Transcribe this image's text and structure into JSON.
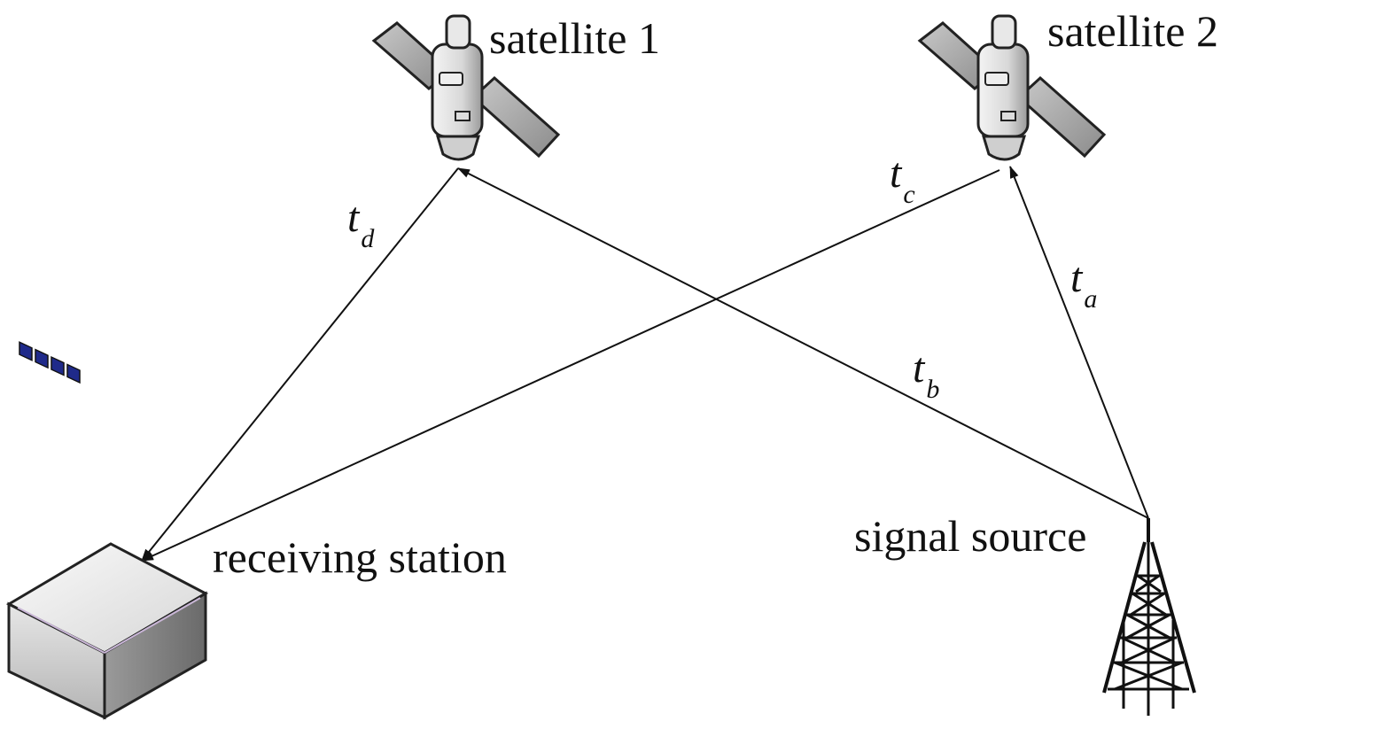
{
  "labels": {
    "satellite1": "satellite 1",
    "satellite2": "satellite 2",
    "receiving_station": "receiving station",
    "signal_source": "signal source"
  },
  "paths": {
    "ta": {
      "base": "t",
      "sub": "a"
    },
    "tb": {
      "base": "t",
      "sub": "b"
    },
    "tc": {
      "base": "t",
      "sub": "c"
    },
    "td": {
      "base": "t",
      "sub": "d"
    }
  }
}
